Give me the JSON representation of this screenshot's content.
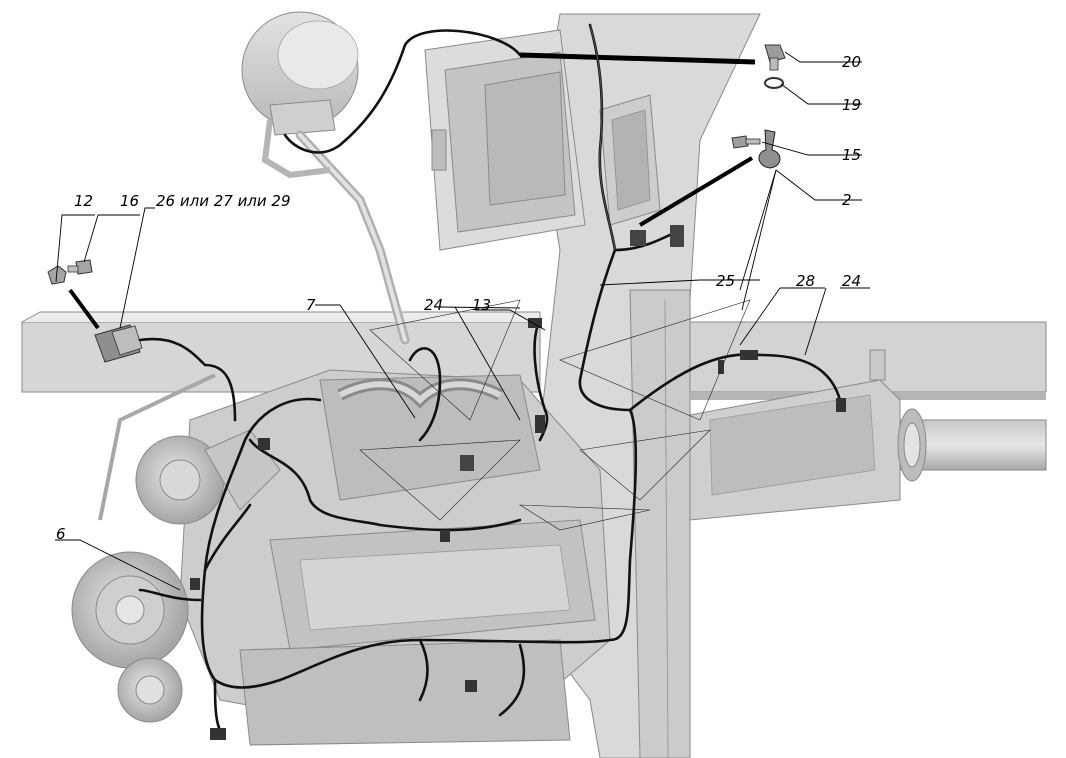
{
  "colors": {
    "background": "#ffffff",
    "part_fill": "#cfcfcf",
    "part_shade": "#a9a9a9",
    "wire": "#111111",
    "callout_text": "#000000"
  },
  "callouts": [
    {
      "id": "c20",
      "label": "20"
    },
    {
      "id": "c19",
      "label": "19"
    },
    {
      "id": "c15",
      "label": "15"
    },
    {
      "id": "c2",
      "label": "2"
    },
    {
      "id": "c12",
      "label": "12"
    },
    {
      "id": "c16",
      "label": "16"
    },
    {
      "id": "c26",
      "label": "26 или 27 или 29"
    },
    {
      "id": "c7",
      "label": "7"
    },
    {
      "id": "c24a",
      "label": "24"
    },
    {
      "id": "c13",
      "label": "13"
    },
    {
      "id": "c25",
      "label": "25"
    },
    {
      "id": "c28",
      "label": "28"
    },
    {
      "id": "c24b",
      "label": "24"
    },
    {
      "id": "c6",
      "label": "6"
    }
  ]
}
